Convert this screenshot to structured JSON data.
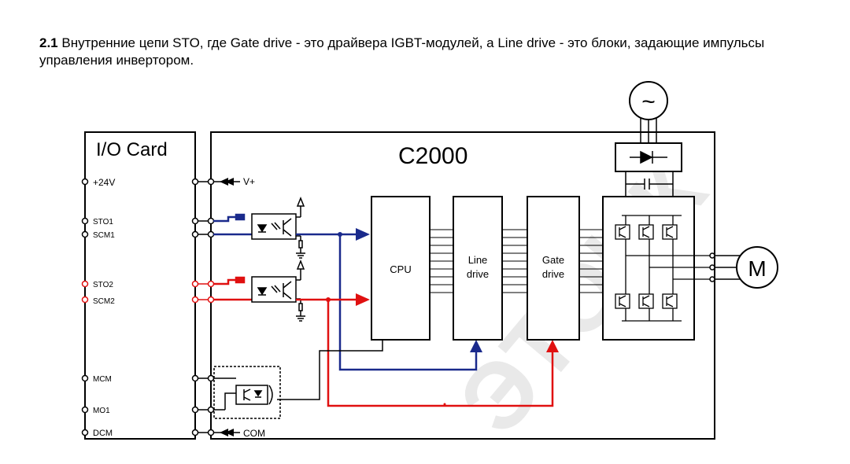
{
  "caption": {
    "number": "2.1",
    "text": " Внутренние цепи STO, где Gate drive - это драйвера IGBT-модулей, а Line drive - это   блоки, задающие импульсы управления инвертором."
  },
  "diagram": {
    "io_card_title": "I/O Card",
    "controller_title": "C2000",
    "terminals": {
      "p24v": "+24V",
      "sto1": "STO1",
      "scm1": "SCM1",
      "sto2": "STO2",
      "scm2": "SCM2",
      "mcm": "MCM",
      "mo1": "MO1",
      "dcm": "DCM"
    },
    "supply_vplus": "V+",
    "supply_com": "COM",
    "cpu_label": "CPU",
    "line_drive_label": [
      "Line",
      "drive"
    ],
    "gate_drive_label": [
      "Gate",
      "drive"
    ],
    "ac_source_symbol": "~",
    "motor_label": "M",
    "watermark": "ЭТОИК",
    "colors": {
      "sto1_channel": "#1a2a8c",
      "sto2_channel": "#e01010",
      "sto2_terminal": "#e01010",
      "lines": "#000000"
    }
  }
}
